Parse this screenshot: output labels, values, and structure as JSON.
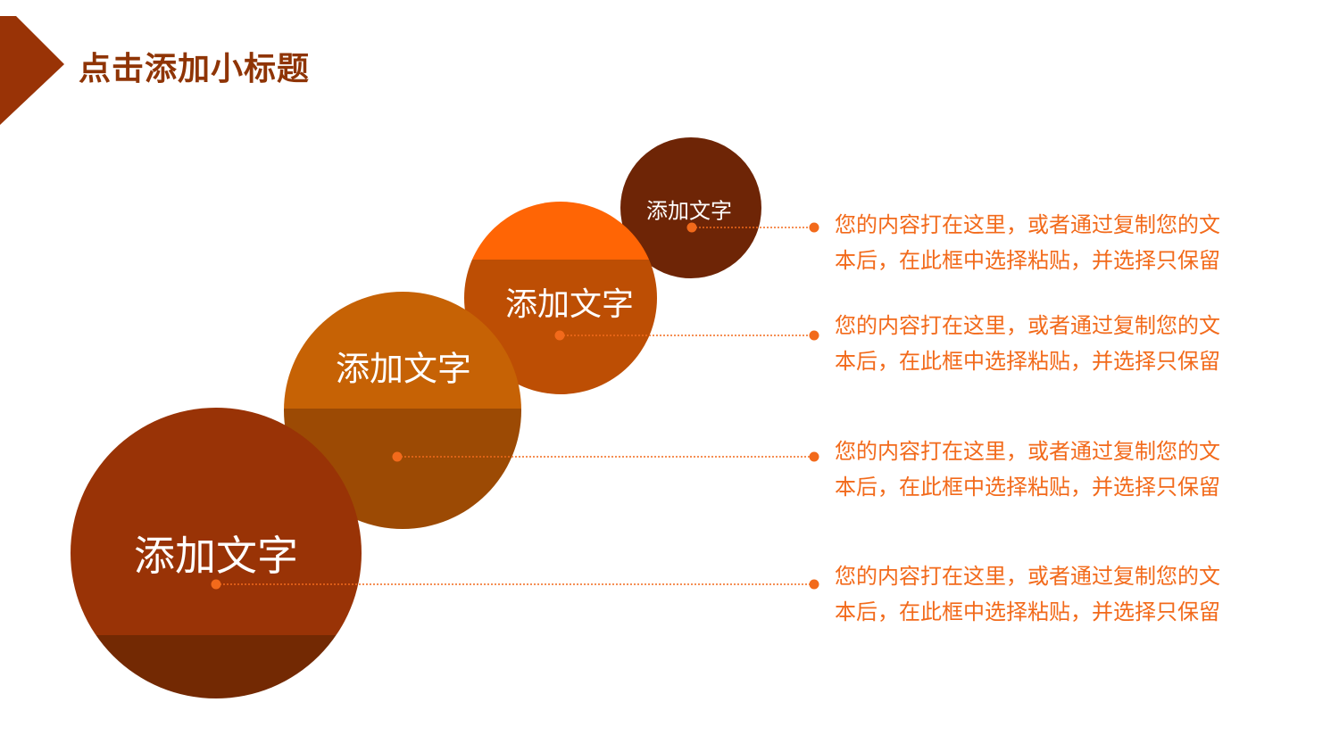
{
  "slide": {
    "title": "点击添加小标题",
    "accent_color": "#f26a1b",
    "title_color": "#8f3405"
  },
  "circles": [
    {
      "label": "添加文字",
      "top_color": "#993306",
      "bottom_color": "#732903"
    },
    {
      "label": "添加文字",
      "top_color": "#c66205",
      "bottom_color": "#9c4a04"
    },
    {
      "label": "添加文字",
      "top_color": "#ff6505",
      "bottom_color": "#bd4e04"
    },
    {
      "label": "添加文字",
      "top_color": "#6e2506",
      "bottom_color": "#6e2506"
    }
  ],
  "descriptions": [
    {
      "line1": "您的内容打在这里，或者通过复制您的文",
      "line2": "本后，在此框中选择粘贴，并选择只保留"
    },
    {
      "line1": "您的内容打在这里，或者通过复制您的文",
      "line2": "本后，在此框中选择粘贴，并选择只保留"
    },
    {
      "line1": "您的内容打在这里，或者通过复制您的文",
      "line2": "本后，在此框中选择粘贴，并选择只保留"
    },
    {
      "line1": "您的内容打在这里，或者通过复制您的文",
      "line2": "本后，在此框中选择粘贴，并选择只保留"
    }
  ]
}
